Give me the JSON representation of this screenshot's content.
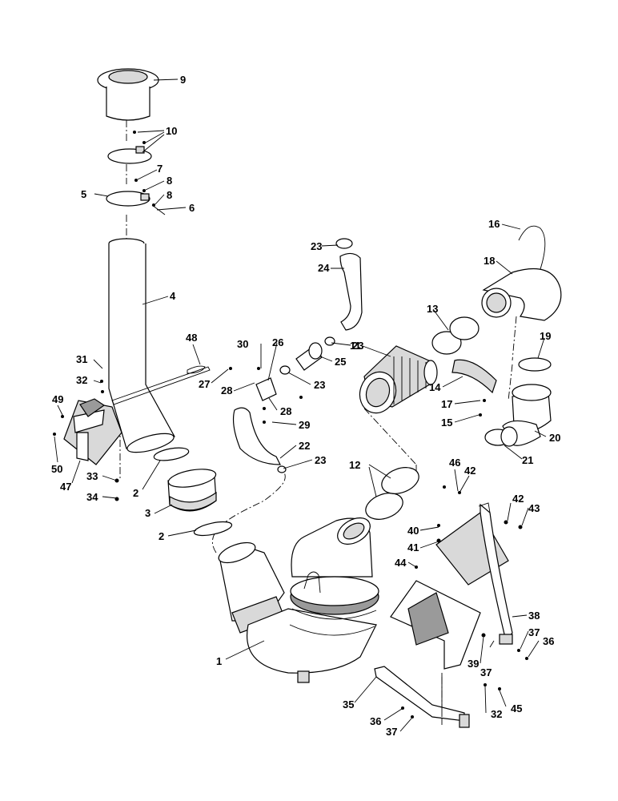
{
  "callouts": [
    {
      "id": "c1",
      "label": "1"
    },
    {
      "id": "c2a",
      "label": "2"
    },
    {
      "id": "c2b",
      "label": "2"
    },
    {
      "id": "c3",
      "label": "3"
    },
    {
      "id": "c4",
      "label": "4"
    },
    {
      "id": "c5",
      "label": "5"
    },
    {
      "id": "c6",
      "label": "6"
    },
    {
      "id": "c7",
      "label": "7"
    },
    {
      "id": "c8a",
      "label": "8"
    },
    {
      "id": "c8b",
      "label": "8"
    },
    {
      "id": "c9",
      "label": "9"
    },
    {
      "id": "c10",
      "label": "10"
    },
    {
      "id": "c11",
      "label": "11"
    },
    {
      "id": "c12",
      "label": "12"
    },
    {
      "id": "c13",
      "label": "13"
    },
    {
      "id": "c14",
      "label": "14"
    },
    {
      "id": "c15",
      "label": "15"
    },
    {
      "id": "c16",
      "label": "16"
    },
    {
      "id": "c17",
      "label": "17"
    },
    {
      "id": "c18",
      "label": "18"
    },
    {
      "id": "c19",
      "label": "19"
    },
    {
      "id": "c20",
      "label": "20"
    },
    {
      "id": "c21",
      "label": "21"
    },
    {
      "id": "c22",
      "label": "22"
    },
    {
      "id": "c23a",
      "label": "23"
    },
    {
      "id": "c23b",
      "label": "23"
    },
    {
      "id": "c23c",
      "label": "23"
    },
    {
      "id": "c23d",
      "label": "23"
    },
    {
      "id": "c24",
      "label": "24"
    },
    {
      "id": "c25",
      "label": "25"
    },
    {
      "id": "c26",
      "label": "26"
    },
    {
      "id": "c27",
      "label": "27"
    },
    {
      "id": "c28a",
      "label": "28"
    },
    {
      "id": "c28b",
      "label": "28"
    },
    {
      "id": "c29",
      "label": "29"
    },
    {
      "id": "c30",
      "label": "30"
    },
    {
      "id": "c31",
      "label": "31"
    },
    {
      "id": "c32a",
      "label": "32"
    },
    {
      "id": "c32b",
      "label": "32"
    },
    {
      "id": "c33",
      "label": "33"
    },
    {
      "id": "c34",
      "label": "34"
    },
    {
      "id": "c35",
      "label": "35"
    },
    {
      "id": "c36a",
      "label": "36"
    },
    {
      "id": "c36b",
      "label": "36"
    },
    {
      "id": "c37a",
      "label": "37"
    },
    {
      "id": "c37b",
      "label": "37"
    },
    {
      "id": "c37c",
      "label": "37"
    },
    {
      "id": "c38",
      "label": "38"
    },
    {
      "id": "c39",
      "label": "39"
    },
    {
      "id": "c40",
      "label": "40"
    },
    {
      "id": "c41",
      "label": "41"
    },
    {
      "id": "c42a",
      "label": "42"
    },
    {
      "id": "c42b",
      "label": "42"
    },
    {
      "id": "c43",
      "label": "43"
    },
    {
      "id": "c44",
      "label": "44"
    },
    {
      "id": "c45",
      "label": "45"
    },
    {
      "id": "c46",
      "label": "46"
    },
    {
      "id": "c47",
      "label": "47"
    },
    {
      "id": "c48",
      "label": "48"
    },
    {
      "id": "c49",
      "label": "49"
    },
    {
      "id": "c50",
      "label": "50"
    }
  ]
}
